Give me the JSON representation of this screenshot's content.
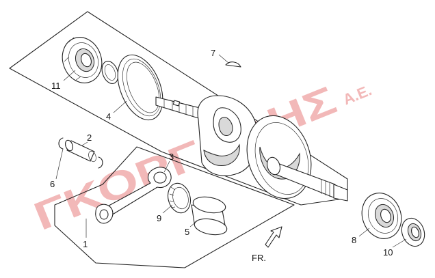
{
  "watermark": {
    "text": "ΓΚΟΡΓΟΛΗΣ",
    "suffix": "Α.Ε.",
    "color": "#f2b8b8"
  },
  "direction_label": "FR.",
  "callouts": [
    {
      "id": "c1",
      "label": "1"
    },
    {
      "id": "c2",
      "label": "2"
    },
    {
      "id": "c3",
      "label": "3"
    },
    {
      "id": "c4",
      "label": "4"
    },
    {
      "id": "c5",
      "label": "5"
    },
    {
      "id": "c6",
      "label": "6"
    },
    {
      "id": "c7",
      "label": "7"
    },
    {
      "id": "c8",
      "label": "8"
    },
    {
      "id": "c9",
      "label": "9"
    },
    {
      "id": "c10",
      "label": "10"
    },
    {
      "id": "c11",
      "label": "11"
    }
  ]
}
